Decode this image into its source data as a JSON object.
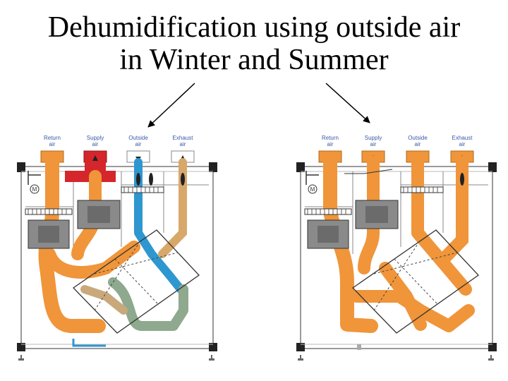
{
  "title": {
    "line1": "Dehumidification using outside air",
    "line2": "in Winter and Summer"
  },
  "labels": {
    "return": [
      "Return",
      "air"
    ],
    "supply": [
      "Supply",
      "air"
    ],
    "outside": [
      "Outside",
      "air"
    ],
    "exhaust": [
      "Exhaust",
      "air"
    ]
  },
  "colors": {
    "orange": "#f0953a",
    "red": "#d4262b",
    "blue": "#2f97d0",
    "tan": "#d8a86a",
    "sage": "#8ea98e",
    "frame": "#888888",
    "label": "#3b58a8"
  },
  "icons": [
    "arrow-icon",
    "valve-icon",
    "fan-icon",
    "damper-icon",
    "motor-icon"
  ]
}
